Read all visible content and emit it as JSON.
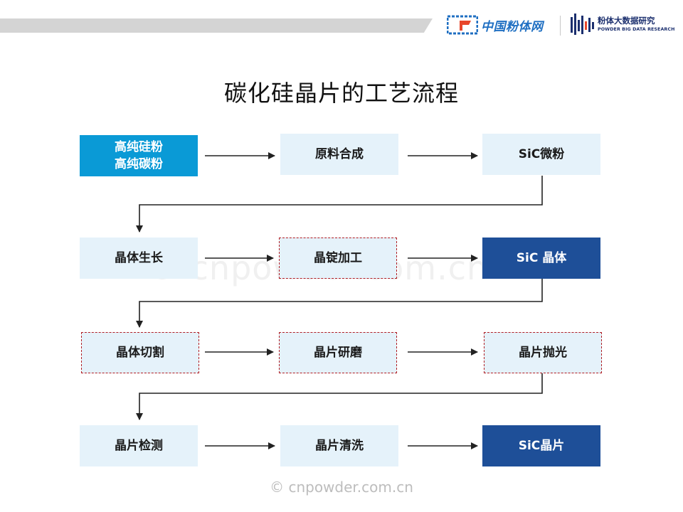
{
  "header": {
    "brand1_name": "中国粉体网",
    "brand2_name_cn": "粉体大数据研究",
    "brand2_name_en": "POWDER BIG DATA RESEARCH"
  },
  "title": "碳化硅晶片的工艺流程",
  "watermark": {
    "center": "© cnpowder.com.cn",
    "bottom": "© cnpowder.com.cn"
  },
  "colors": {
    "start_box": "#0a9ad6",
    "product_box": "#1e4f98",
    "step_box": "#e5f2fa",
    "key_step_border": "#b11e24",
    "arrow": "#222222"
  },
  "flow": {
    "row1": {
      "raw_materials": [
        "高纯硅粉",
        "高纯碳粉"
      ],
      "synthesis": "原料合成",
      "powder": "SiC微粉"
    },
    "row2": {
      "growth": "晶体生长",
      "ingot_processing": "晶锭加工",
      "crystal": "SiC 晶体"
    },
    "row3": {
      "cutting": "晶体切割",
      "grinding": "晶片研磨",
      "polishing": "晶片抛光"
    },
    "row4": {
      "inspection": "晶片检测",
      "cleaning": "晶片清洗",
      "wafer": "SiC晶片"
    }
  }
}
